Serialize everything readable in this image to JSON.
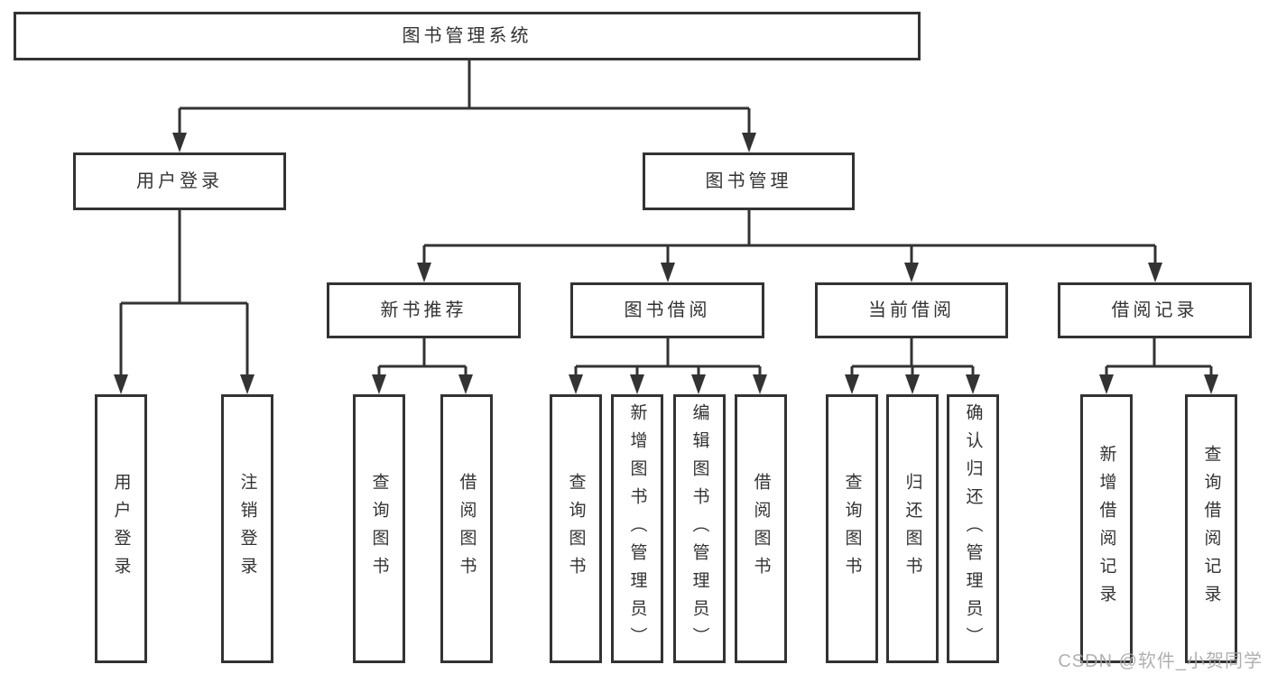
{
  "colors": {
    "line": "#333333",
    "text": "#333333",
    "watermark": "#a8a8a8",
    "background": "#ffffff"
  },
  "tree": {
    "root": {
      "label": "图书管理系统"
    },
    "branches": [
      {
        "label": "用户登录",
        "children": [
          {
            "label": "用户登录"
          },
          {
            "label": "注销登录"
          }
        ]
      },
      {
        "label": "图书管理",
        "children": [
          {
            "label": "新书推荐",
            "children": [
              {
                "label": "查询图书"
              },
              {
                "label": "借阅图书"
              }
            ]
          },
          {
            "label": "图书借阅",
            "children": [
              {
                "label": "查询图书"
              },
              {
                "label": "新增图书（管理员）"
              },
              {
                "label": "编辑图书（管理员）"
              },
              {
                "label": "借阅图书"
              }
            ]
          },
          {
            "label": "当前借阅",
            "children": [
              {
                "label": "查询图书"
              },
              {
                "label": "归还图书"
              },
              {
                "label": "确认归还（管理员）"
              }
            ]
          },
          {
            "label": "借阅记录",
            "children": [
              {
                "label": "新增借阅记录"
              },
              {
                "label": "查询借阅记录"
              }
            ]
          }
        ]
      }
    ]
  },
  "watermark": "CSDN @软件_小贺同学"
}
